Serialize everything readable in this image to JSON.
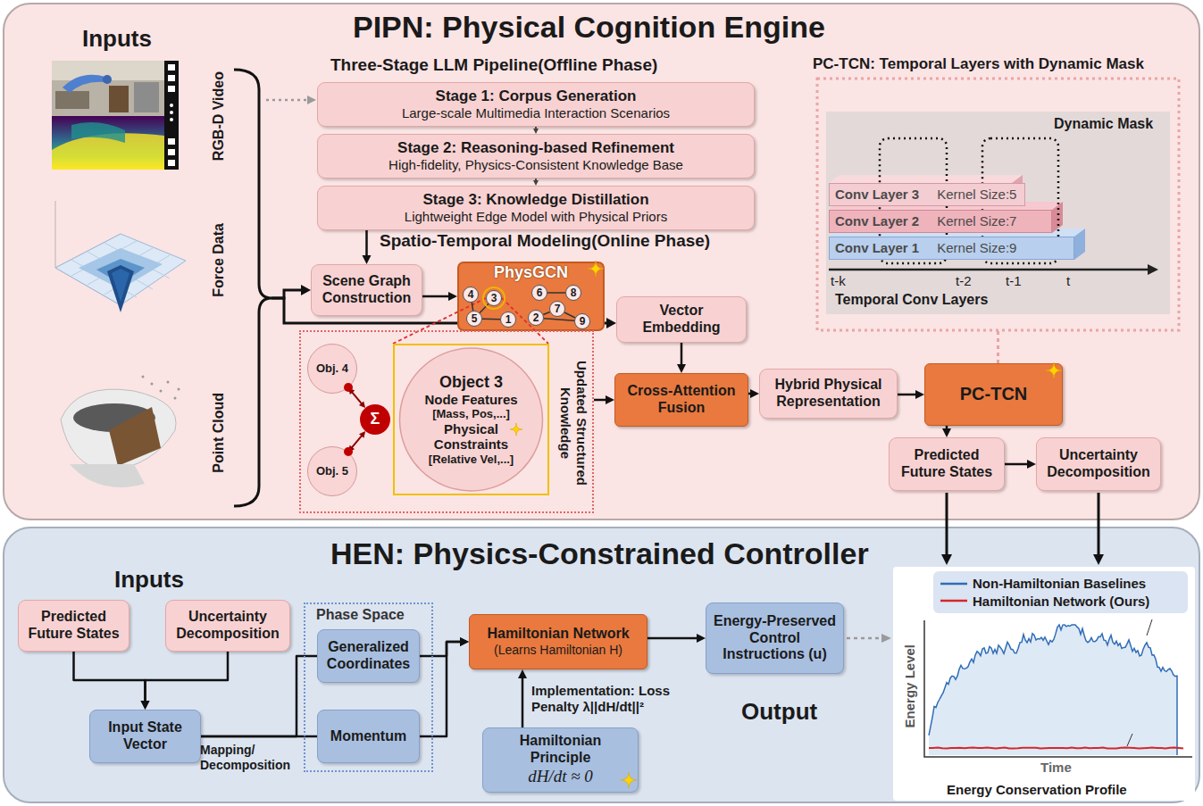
{
  "diagram": {
    "nodes": [
      {
        "text": [
          "PIPN: Physical Cognition Engine"
        ]
      },
      {
        "text": [
          "Stage 1: Corpus Generation",
          "Large-scale Multimedia Interaction Scenarios"
        ],
        "in": 0
      },
      {
        "text": [
          "Stage 2: Reasoning-based Refinement",
          "High-fidelity, Physics-Consistent Knowledge Base"
        ],
        "in": 0
      },
      {
        "text": [
          "Stage 3: Knowledge Distillation",
          "Lightweight Edge Model with Physical Priors"
        ],
        "in": 0
      },
      {
        "text": [
          "PC-TCN: Temporal Layers with Dynamic Mask"
        ],
        "in": 0
      },
      {
        "text": [
          "Conv Layer 3",
          "Kernel Size:5"
        ],
        "in": 4
      },
      {
        "text": [
          "Conv Layer 2",
          "Kernel Size:7"
        ],
        "in": 4
      },
      {
        "text": [
          "Conv Layer 1",
          "Kernel Size:9"
        ],
        "in": 4
      },
      {
        "text": [
          "Scene Graph Construction"
        ],
        "in": 0
      },
      {
        "text": [
          "PhysGCN"
        ],
        "in": 0
      },
      {
        "text": [
          "4"
        ],
        "in": 9
      },
      {
        "text": [
          "3"
        ],
        "in": 9
      },
      {
        "text": [
          "6"
        ],
        "in": 9
      },
      {
        "text": [
          "8"
        ],
        "in": 9
      },
      {
        "text": [
          "5"
        ],
        "in": 9
      },
      {
        "text": [
          "1"
        ],
        "in": 9
      },
      {
        "text": [
          "2"
        ],
        "in": 9
      },
      {
        "text": [
          "7"
        ],
        "in": 9
      },
      {
        "text": [
          "9"
        ],
        "in": 9
      },
      {
        "text": [
          "Vector Embedding"
        ],
        "in": 0
      },
      {
        "text": [
          "Updated Structured Knowledge"
        ],
        "in": 0
      },
      {
        "text": [
          "Obj. 4"
        ],
        "in": 20
      },
      {
        "text": [
          "Σ"
        ],
        "in": 20
      },
      {
        "text": [
          "Object 3",
          "Node Features",
          "[Mass, Pos,...]",
          "Physical Constraints",
          "[Relative Vel,...]"
        ],
        "in": 20
      },
      {
        "text": [
          "Obj. 5"
        ],
        "in": 20
      },
      {
        "text": [
          "Cross-Attention Fusion"
        ],
        "in": 0
      },
      {
        "text": [
          "Hybrid Physical Representation"
        ],
        "in": 0
      },
      {
        "text": [
          "PC-TCN"
        ],
        "in": 0
      },
      {
        "text": [
          "Predicted Future States"
        ],
        "in": 0
      },
      {
        "text": [
          "Uncertainty Decomposition"
        ],
        "in": 0
      },
      {
        "text": [
          "HEN: Physics-Constrained Controller"
        ]
      },
      {
        "text": [
          "Predicted Future States"
        ],
        "in": 30
      },
      {
        "text": [
          "Uncertainty Decomposition"
        ],
        "in": 30
      },
      {
        "text": [
          "Input State Vector"
        ],
        "in": 30
      },
      {
        "text": [
          "Phase Space"
        ],
        "in": 30
      },
      {
        "text": [
          "Generalized Coordinates"
        ],
        "in": 34
      },
      {
        "text": [
          "Momentum"
        ],
        "in": 34
      },
      {
        "text": [
          "Hamiltonian Network",
          "(Learns Hamiltonian H)"
        ],
        "in": 30
      },
      {
        "text": [
          "Hamiltonian Principle",
          "dH/dt ≈ 0"
        ],
        "in": 30
      },
      {
        "text": [
          "Energy-Preserved Control Instructions (u)"
        ],
        "in": 30
      }
    ],
    "edges": [
      {
        "from": 1,
        "to": 2,
        "arrow": "to"
      },
      {
        "from": 2,
        "to": 3,
        "arrow": "to"
      },
      {
        "from": 3,
        "to": 8,
        "arrow": "to"
      },
      {
        "from": 8,
        "to": 9,
        "arrow": "to"
      },
      {
        "from": 10,
        "to": 14,
        "arrow": "none"
      },
      {
        "from": 11,
        "to": 14,
        "arrow": "none"
      },
      {
        "from": 14,
        "to": 15,
        "arrow": "none"
      },
      {
        "from": 12,
        "to": 13,
        "arrow": "none"
      },
      {
        "from": 16,
        "to": 17,
        "arrow": "none"
      },
      {
        "from": 17,
        "to": 18,
        "arrow": "none"
      },
      {
        "from": 16,
        "to": 18,
        "arrow": "none"
      },
      {
        "from": 21,
        "to": 22,
        "arrow": "both"
      },
      {
        "from": 24,
        "to": 22,
        "arrow": "both"
      },
      {
        "from": 20,
        "to": 25,
        "arrow": "to"
      },
      {
        "from": 19,
        "to": 25,
        "arrow": "to"
      },
      {
        "from": 25,
        "to": 26,
        "arrow": "to"
      },
      {
        "from": 26,
        "to": 27,
        "arrow": "to"
      },
      {
        "from": 27,
        "to": 4,
        "arrow": "none"
      },
      {
        "from": 27,
        "to": 28,
        "arrow": "to"
      },
      {
        "from": 28,
        "to": 29,
        "arrow": "to"
      },
      {
        "from": 31,
        "to": 33,
        "arrow": "to"
      },
      {
        "from": 32,
        "to": 33,
        "arrow": "to"
      },
      {
        "from": 33,
        "to": 35,
        "arrow": "none"
      },
      {
        "from": 33,
        "to": 36,
        "arrow": "none"
      },
      {
        "from": 35,
        "to": 37,
        "arrow": "to"
      },
      {
        "from": 36,
        "to": 37,
        "arrow": "to"
      },
      {
        "from": 38,
        "to": 37,
        "arrow": "to",
        "label": "Implementation: Loss Penalty λ||dH/dt||²"
      },
      {
        "from": 37,
        "to": 39,
        "arrow": "to"
      }
    ],
    "labels": [
      "Inputs",
      "RGB-D Video",
      "Force Data",
      "Point Cloud",
      "Three-Stage LLM Pipeline(Offline Phase)",
      "Spatio-Temporal Modeling(Online Phase)",
      "Dynamic Mask",
      "t-k",
      "t-2",
      "t-1",
      "t",
      "Temporal Conv Layers",
      "Inputs",
      "Mapping/ Decomposition",
      "Output",
      "Energy Level",
      "Time",
      "Energy Conservation Profile"
    ],
    "legend": [
      {
        "text": "Non-Hamiltonian Baselines"
      },
      {
        "text": "Hamiltonian Network (Ours)"
      }
    ]
  }
}
